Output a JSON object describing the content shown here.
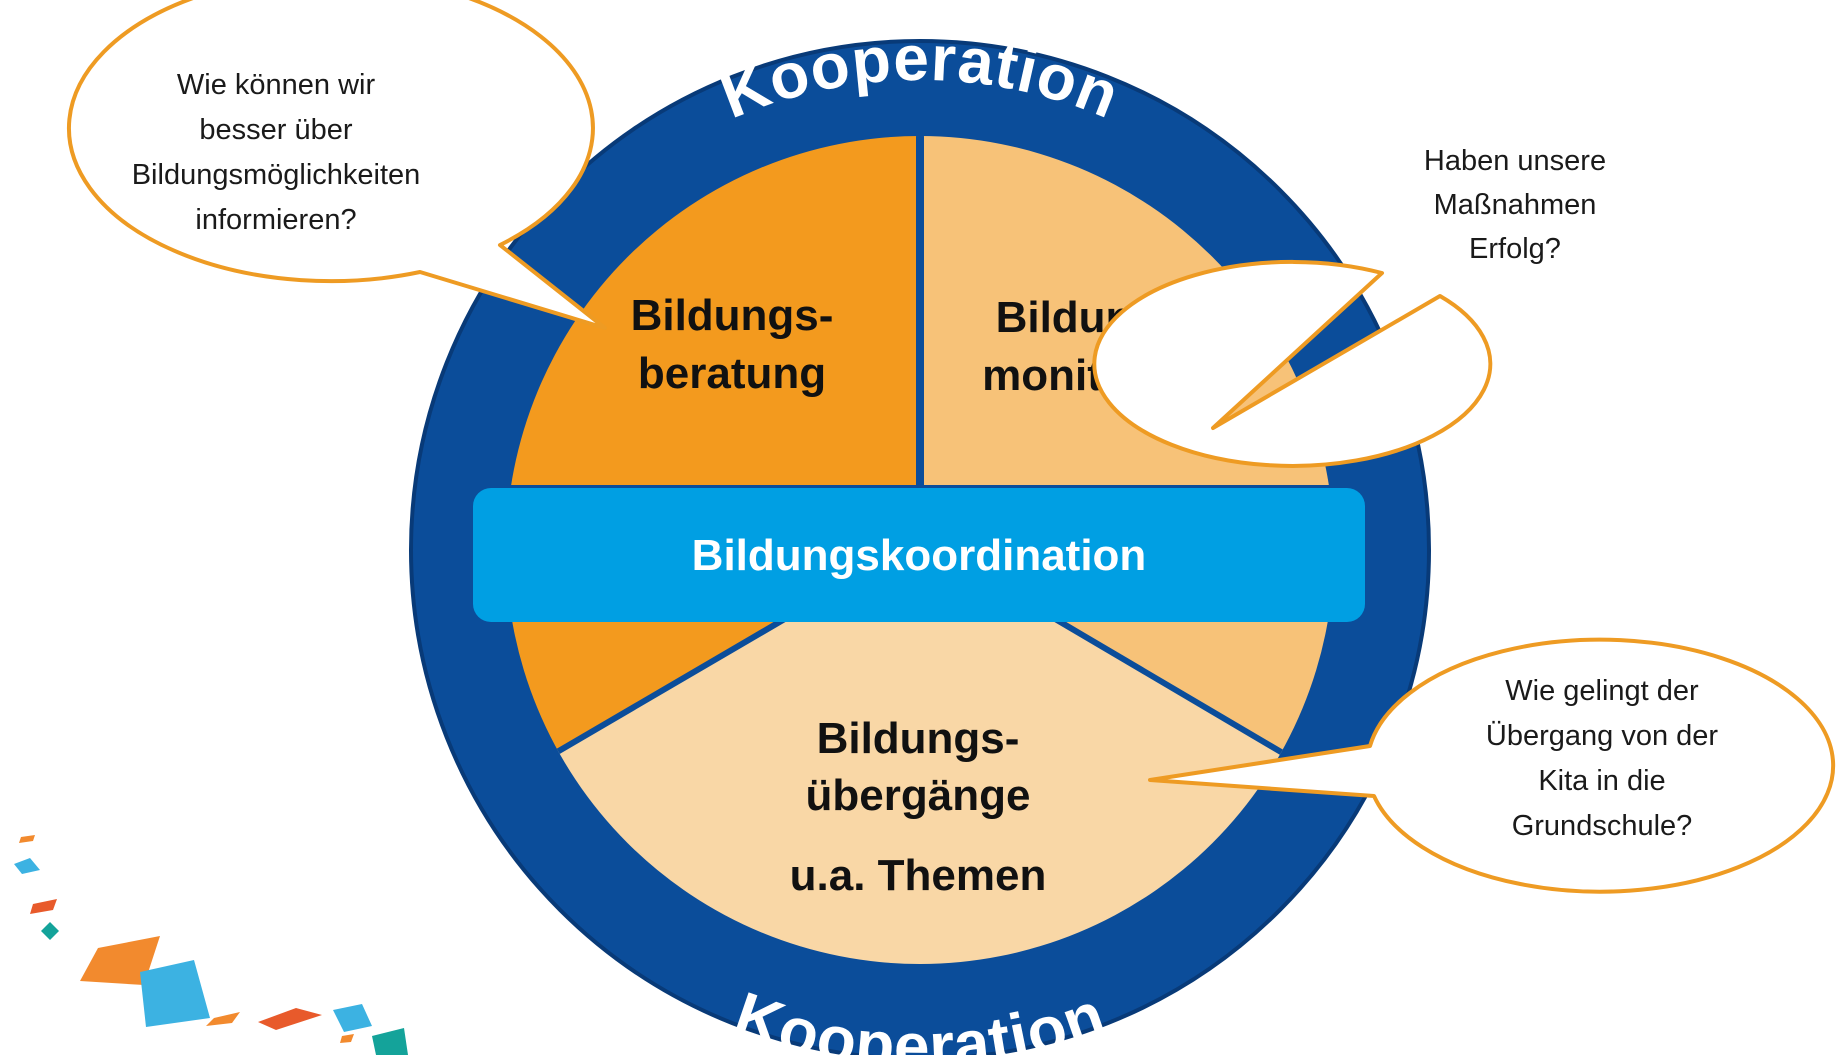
{
  "colors": {
    "ring": "#0b4d9a",
    "ring_edge": "#083a78",
    "segment_beratung": "#f39a1e",
    "segment_monitoring": "#f7c278",
    "segment_uebergaenge": "#f9d7a6",
    "divider": "#0b4d9a",
    "center_bar": "#009fe3",
    "bubble_stroke": "#ee9b23",
    "bubble_fill": "#ffffff",
    "deco_orange": "#f28a2e",
    "deco_blue": "#3cb2e2",
    "deco_red": "#e85a2b",
    "deco_teal": "#14a39a"
  },
  "ring": {
    "top_label": "Kooperation",
    "bottom_label": "Kooperation"
  },
  "center_bar": {
    "label": "Bildungskoordination"
  },
  "segments": {
    "beratung": {
      "line1": "Bildungs-",
      "line2": "beratung"
    },
    "monitoring": {
      "line1": "Bildungs-",
      "line2": "monitoring"
    },
    "uebergaenge": {
      "line1": "Bildungs-",
      "line2": "übergänge",
      "line3": "u.a. Themen"
    }
  },
  "bubbles": {
    "top_left": {
      "lines": [
        "Wie können wir",
        "besser über",
        "Bildungsmöglichkeiten",
        "informieren?"
      ]
    },
    "top_right": {
      "lines": [
        "Haben unsere",
        "Maßnahmen",
        "Erfolg?"
      ]
    },
    "bottom_right": {
      "lines": [
        "Wie gelingt der",
        "Übergang von der",
        "Kita in die",
        "Grundschule?"
      ]
    }
  }
}
